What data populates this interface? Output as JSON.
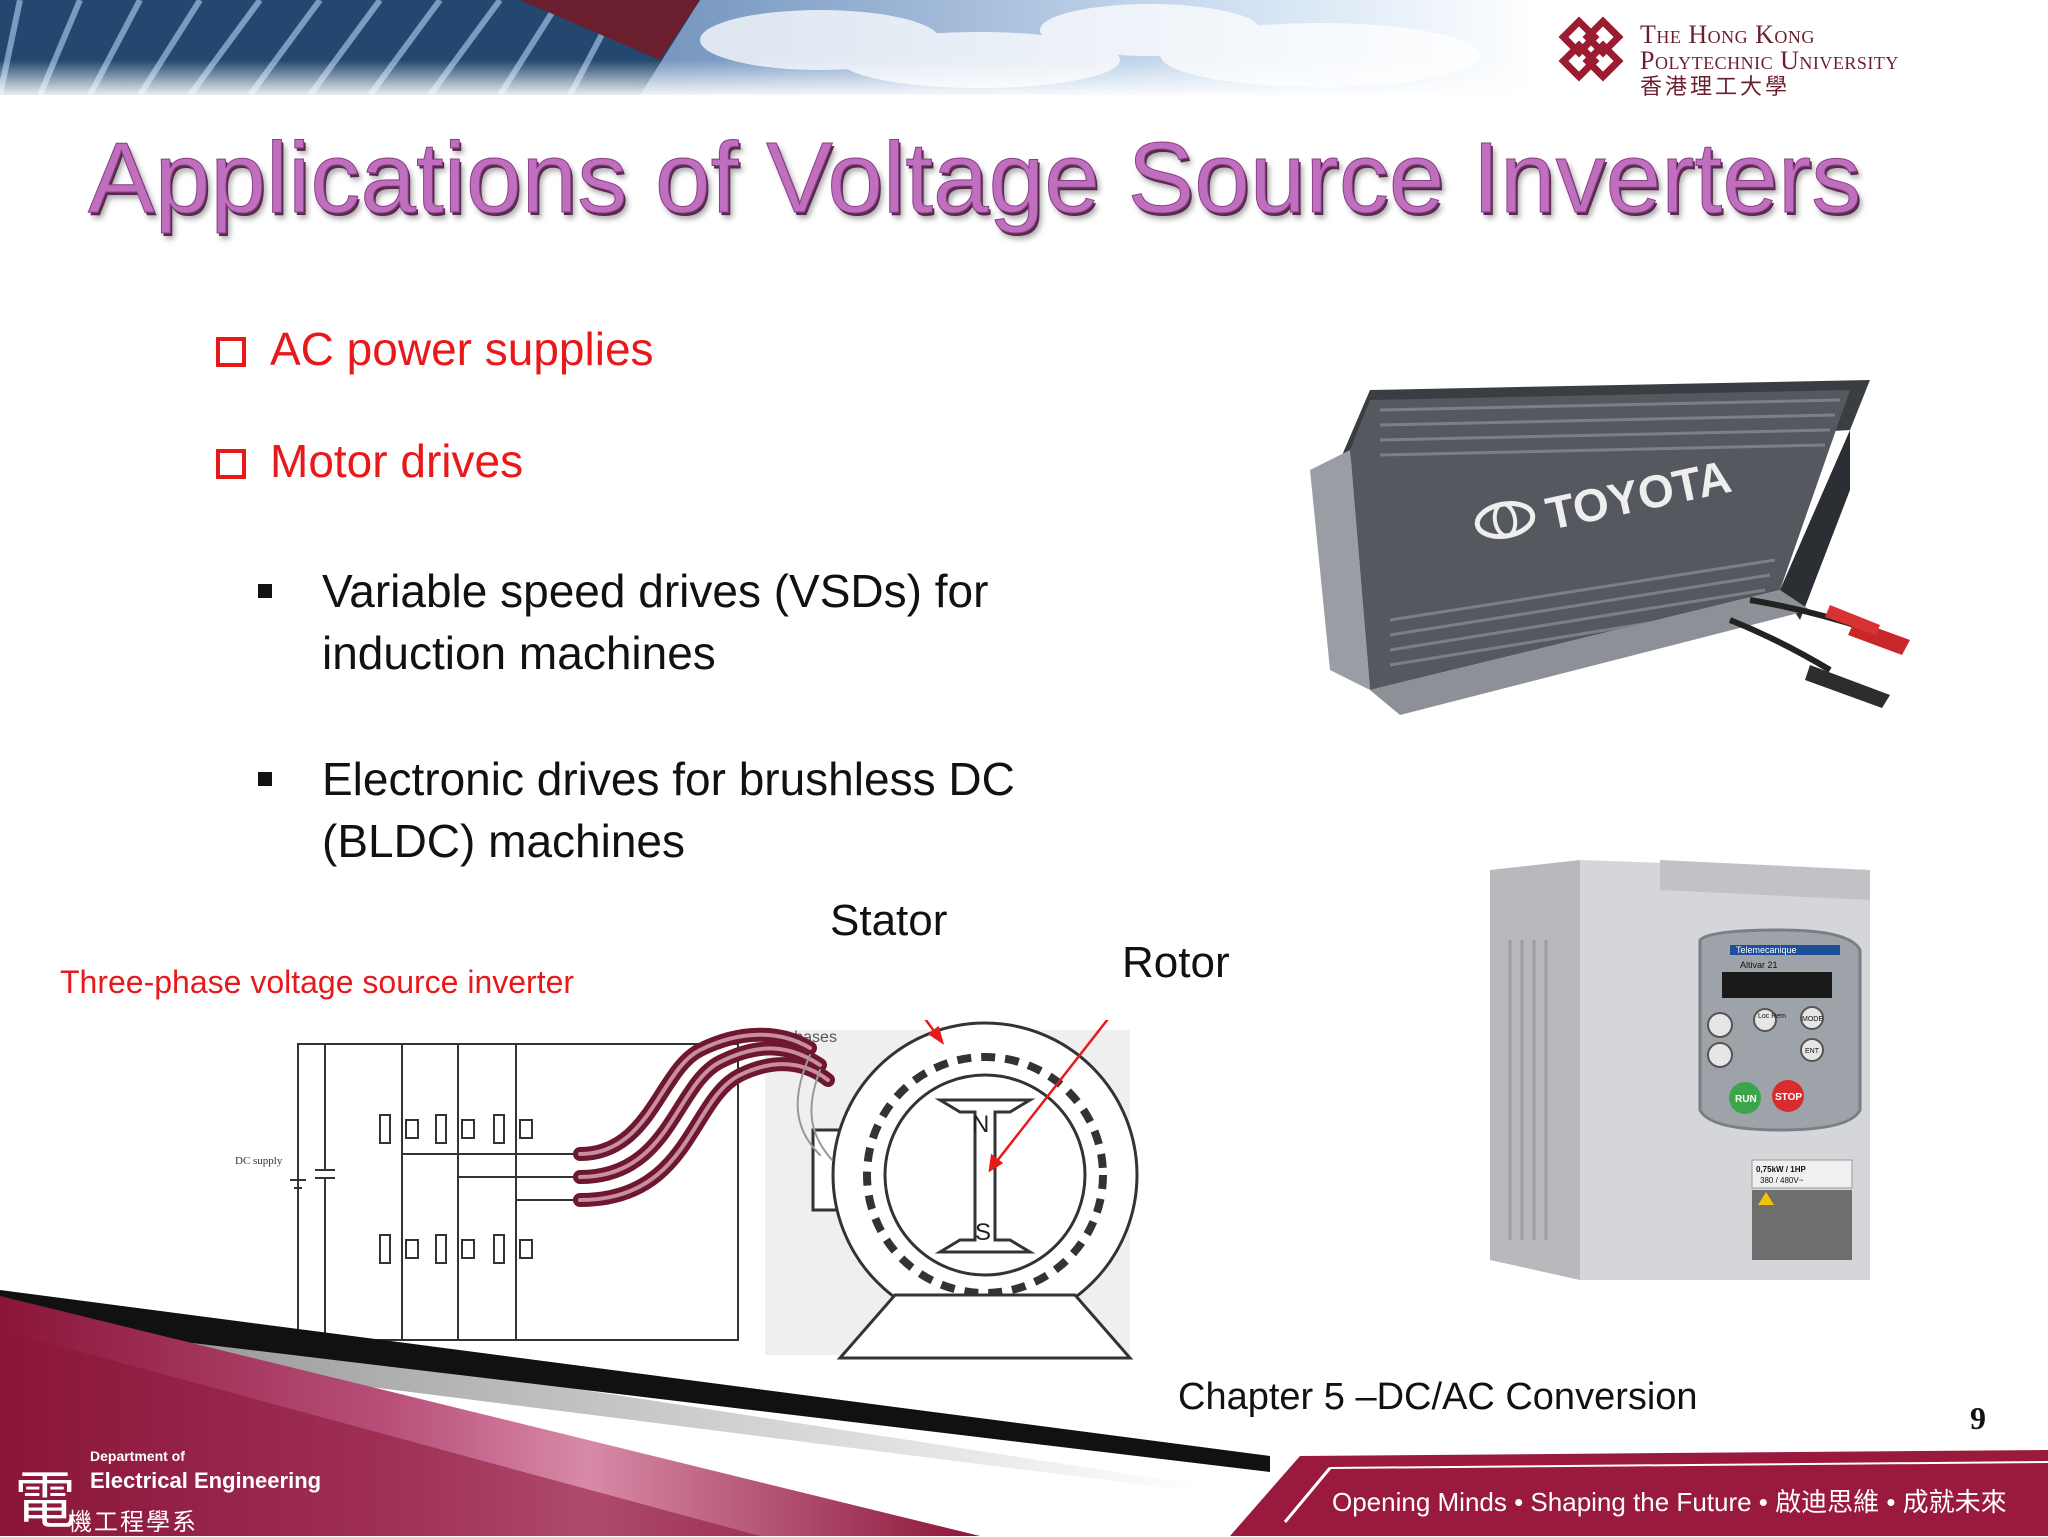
{
  "header": {
    "university_line1": "The Hong Kong",
    "university_line2": "Polytechnic University",
    "university_cn": "香港理工大學"
  },
  "slide": {
    "title": "Applications of Voltage Source Inverters",
    "items": [
      {
        "label": "AC power supplies"
      },
      {
        "label": "Motor drives"
      }
    ],
    "subitems": [
      {
        "label": "Variable speed drives (VSDs) for induction machines"
      },
      {
        "label": "Electronic drives for brushless DC (BLDC) machines"
      }
    ]
  },
  "figure": {
    "inverter_label": "Three-phase voltage source inverter",
    "dc_supply_label": "DC supply",
    "phases_label": "3 phases",
    "stator_label": "Stator",
    "rotor_label": "Rotor",
    "north_label": "N",
    "south_label": "S"
  },
  "products": {
    "inverter_brand": "TOYOTA",
    "drive_brand": "Telemecanique",
    "drive_model": "Altivar 21",
    "drive_buttons": [
      "Loc Rem",
      "MODE",
      "ENT",
      "RUN",
      "STOP"
    ],
    "drive_rating_1": "0,75kW / 1HP",
    "drive_rating_2": "380 / 480V~"
  },
  "footer": {
    "chapter": "Chapter 5 –DC/AC Conversion",
    "page": "9",
    "dept_line1": "Department of",
    "dept_line2": "Electrical Engineering",
    "dept_cn": "機工程學系",
    "slogan": "Opening Minds • Shaping the Future • 啟迪思維 • 成就未來"
  },
  "colors": {
    "title": "#c06fbe",
    "accent_red": "#e8191b",
    "maroon": "#8a1538"
  }
}
